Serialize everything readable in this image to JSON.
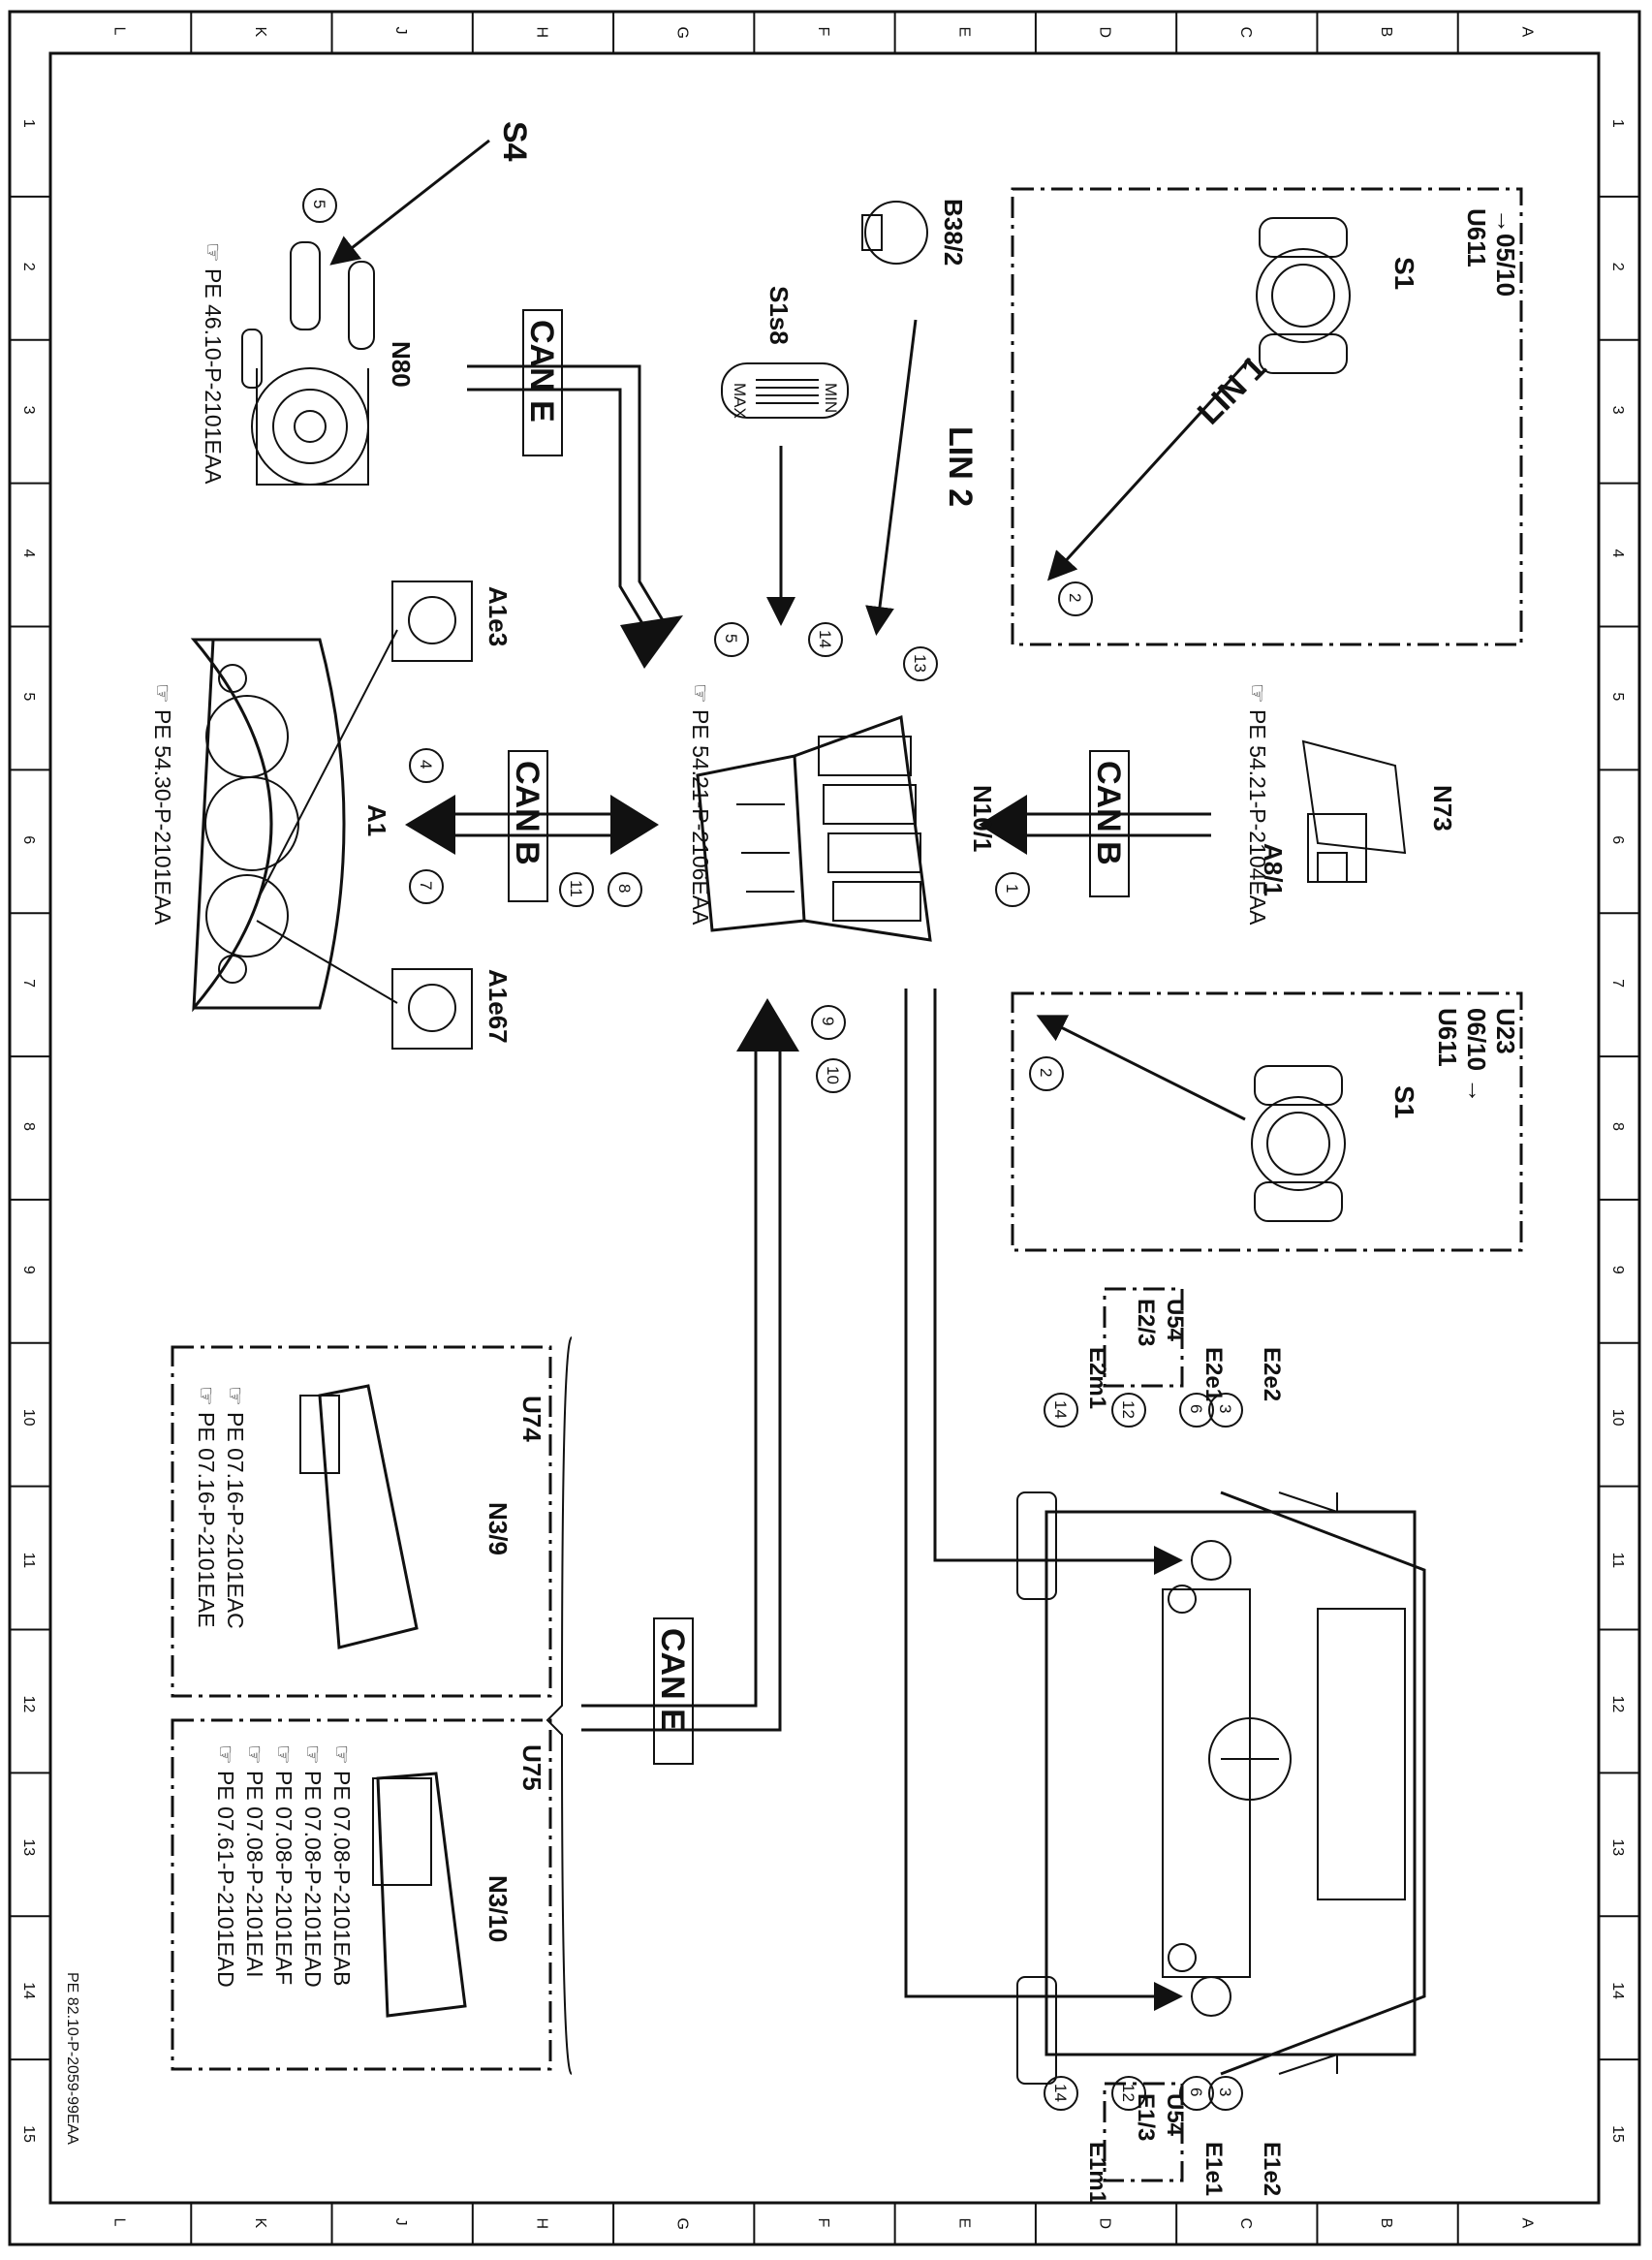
{
  "frame": {
    "column_letters": [
      "L",
      "K",
      "J",
      "H",
      "G",
      "F",
      "E",
      "D",
      "C",
      "B",
      "A"
    ],
    "row_numbers": [
      "1",
      "2",
      "3",
      "4",
      "5",
      "6",
      "7",
      "8",
      "9",
      "10",
      "11",
      "12",
      "13",
      "14",
      "15"
    ],
    "document_id": "PE 82.10-P-2059-99EAA"
  },
  "components": {
    "S4": {
      "code": "S4",
      "callout": "5"
    },
    "N80": {
      "code": "N80",
      "ref": "PE 46.10-P-2101EAA"
    },
    "B38_2": {
      "code": "B38/2"
    },
    "S1s8": {
      "code": "S1s8",
      "min": "MIN",
      "max": "MAX"
    },
    "U611_top": {
      "codes": "U611",
      "range": "→05/10",
      "switch": "S1",
      "bus": "LIN 1",
      "callout": "2"
    },
    "U611_bottom": {
      "codes": "U23",
      "codes2": "U611",
      "range": "06/10 →",
      "switch": "S1",
      "callout": "2"
    },
    "N10_1": {
      "code": "N10/1",
      "ref": "PE 54.21-P-2106EAA",
      "callouts": [
        "5",
        "14",
        "13",
        "1",
        "9",
        "10",
        "8",
        "11"
      ]
    },
    "N73": {
      "code": "N73",
      "code2": "A8/1",
      "ref": "PE 54.21-P-2104EAA"
    },
    "A1": {
      "code": "A1",
      "ref": "PE 54.30-P-2101EAA",
      "callouts": [
        "4",
        "7"
      ]
    },
    "A1e3": {
      "code": "A1e3"
    },
    "A1e67": {
      "code": "A1e67"
    },
    "U74": {
      "code": "U74",
      "module": "N3/9",
      "refs": [
        "PE 07.16-P-2101EAC",
        "PE 07.16-P-2101EAE"
      ]
    },
    "U75": {
      "code": "U75",
      "module": "N3/10",
      "refs": [
        "PE 07.08-P-2101EAB",
        "PE 07.08-P-2101EAD",
        "PE 07.08-P-2101EAF",
        "PE 07.08-P-2101EAI",
        "PE 07.61-P-2101EAD"
      ]
    },
    "headlamp_left": {
      "labels": [
        "E2e2",
        "E2e1",
        "U54",
        "E2/3",
        "E2m1"
      ],
      "callouts": [
        "3",
        "6",
        "12",
        "14"
      ]
    },
    "headlamp_right": {
      "labels": [
        "E1e2",
        "E1e1",
        "U54",
        "E1/3",
        "E1m1"
      ],
      "callouts": [
        "3",
        "6",
        "12",
        "14"
      ]
    }
  },
  "buses": {
    "can_e_top": "CAN E",
    "can_b_left": "CAN B",
    "can_b_right": "CAN B",
    "lin_2": "LIN 2",
    "can_e_bottom": "CAN E"
  }
}
